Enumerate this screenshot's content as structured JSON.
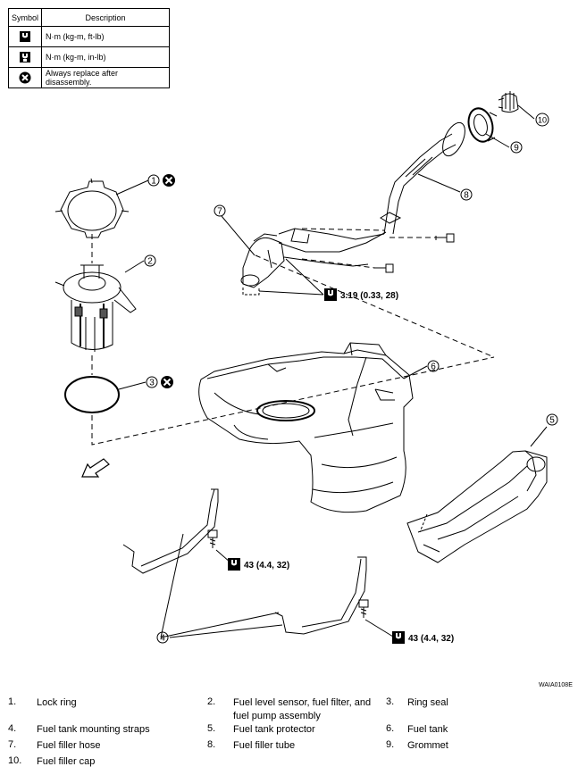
{
  "legend": {
    "header_symbol": "Symbol",
    "header_description": "Description",
    "rows": [
      {
        "icon": "torque-wrench-ft-lb-icon",
        "description": "N·m (kg-m, ft-lb)"
      },
      {
        "icon": "torque-wrench-in-lb-icon",
        "description": "N·m (kg-m, in-lb)"
      },
      {
        "icon": "always-replace-icon",
        "description": "Always replace after disassembly."
      }
    ]
  },
  "callouts": [
    "1",
    "2",
    "3",
    "4",
    "5",
    "6",
    "7",
    "8",
    "9",
    "10"
  ],
  "torques": {
    "filler_tube": "3.19 (0.33, 28)",
    "strap_left": "43 (4.4, 32)",
    "strap_right": "43 (4.4, 32)"
  },
  "figure_code": "WAIA0108E",
  "parts": [
    {
      "num": "1.",
      "name": "Lock ring"
    },
    {
      "num": "2.",
      "name": "Fuel level sensor, fuel filter, and fuel pump assembly"
    },
    {
      "num": "3.",
      "name": "Ring seal"
    },
    {
      "num": "4.",
      "name": "Fuel tank mounting straps"
    },
    {
      "num": "5.",
      "name": "Fuel tank protector"
    },
    {
      "num": "6.",
      "name": "Fuel tank"
    },
    {
      "num": "7.",
      "name": "Fuel filler hose"
    },
    {
      "num": "8.",
      "name": "Fuel filler tube"
    },
    {
      "num": "9.",
      "name": "Grommet"
    },
    {
      "num": "10.",
      "name": "Fuel filler cap"
    }
  ]
}
